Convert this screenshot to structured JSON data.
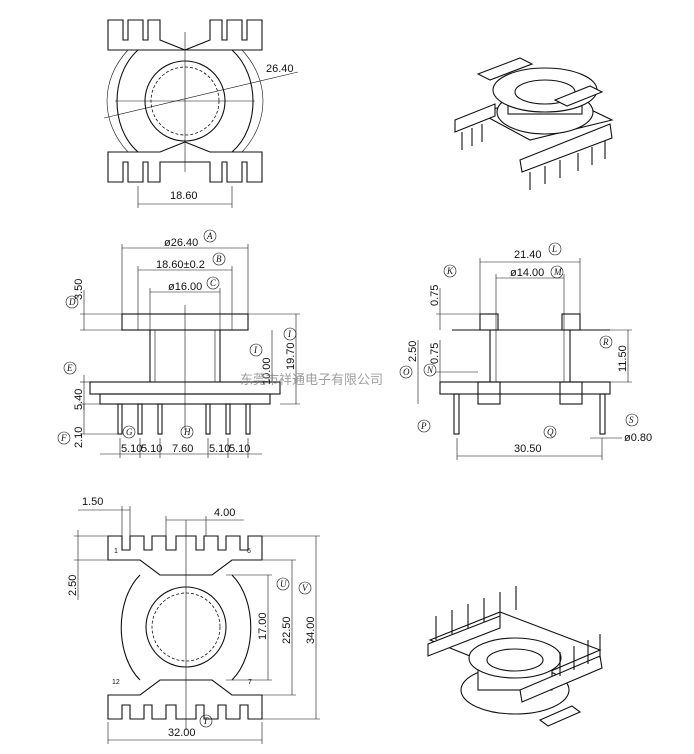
{
  "watermark": "东莞市祥通电子有限公司",
  "top_view": {
    "dia_label": "26.40",
    "width_label": "18.60"
  },
  "front_view": {
    "d_a": "ø26.40",
    "d_b": "18.60±0.2",
    "d_c": "ø16.00",
    "h_top": "3.50",
    "h_i": "19.70",
    "h_e": "5.40",
    "h_f": "2.10",
    "h_inner": "10.00",
    "pitch": [
      "5.10",
      "5.10",
      "7.60",
      "5.10",
      "5.10"
    ],
    "tags": {
      "a": "A",
      "b": "B",
      "c": "C",
      "d": "D",
      "e": "E",
      "f": "F",
      "g": "G",
      "h": "H",
      "i": "I",
      "j": "I"
    }
  },
  "side_view": {
    "w_l": "21.40",
    "d_m": "ø14.00",
    "h_k": "0.75",
    "h_n": "0.75",
    "h_o": "2.50",
    "h_r": "11.50",
    "w_q": "30.50",
    "d_s": "ø0.80",
    "tags": {
      "l": "L",
      "m": "M",
      "k": "K",
      "n": "N",
      "o": "O",
      "r": "R",
      "p": "P",
      "q": "Q",
      "s": "S"
    }
  },
  "bottom_view": {
    "w_pin_offset": "1.50",
    "w_slot": "4.00",
    "h_side": "2.50",
    "h_u": "17.00",
    "h_mid": "22.50",
    "h_v": "34.00",
    "w_t": "32.00",
    "pin_numbers": [
      "1",
      "6",
      "12",
      "7"
    ],
    "tags": {
      "u": "U",
      "v": "V",
      "t": "T"
    }
  }
}
